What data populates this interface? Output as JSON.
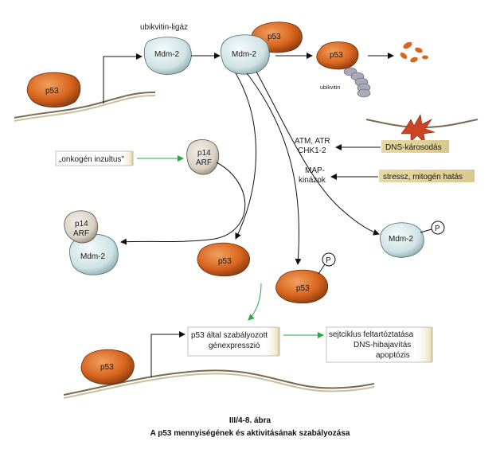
{
  "labels": {
    "ubikvitin_ligaz": "ubikvitin-ligáz",
    "mdm2": "Mdm-2",
    "p53": "p53",
    "ubikvitin": "ubikvitin",
    "atm_atr_line1": "ATM, ATR",
    "atm_atr_line2": "CHK1-2",
    "map_line1": "MAP-",
    "map_line2": "kinázok",
    "p14_line1": "p14",
    "p14_line2": "ARF",
    "p": "P"
  },
  "boxes": {
    "onkogen": "„onkogén inzultus\"",
    "dns_karosodas": "DNS-károsodás",
    "stressz": "stressz, mitogén hatás",
    "genexpr_line1": "p53 által szabályozott",
    "genexpr_line2": "génexpresszió",
    "outcome_line1": "sejtciklus feltartóztatása",
    "outcome_line2": "DNS-hibajavítás",
    "outcome_line3": "apoptózis"
  },
  "caption": {
    "figure_number": "III/4-8. ábra",
    "title": "A p53 mennyiségének és aktivitásának szabályozása"
  },
  "colors": {
    "p53": "#d9661f",
    "mdm2": "#cfe2e4",
    "p14": "#d8d0c4",
    "box_fill": "#e7d9a6",
    "arrow_green": "#22aa44",
    "damage_red": "#cc4422",
    "ubiquitin": "#a9a9b8"
  }
}
